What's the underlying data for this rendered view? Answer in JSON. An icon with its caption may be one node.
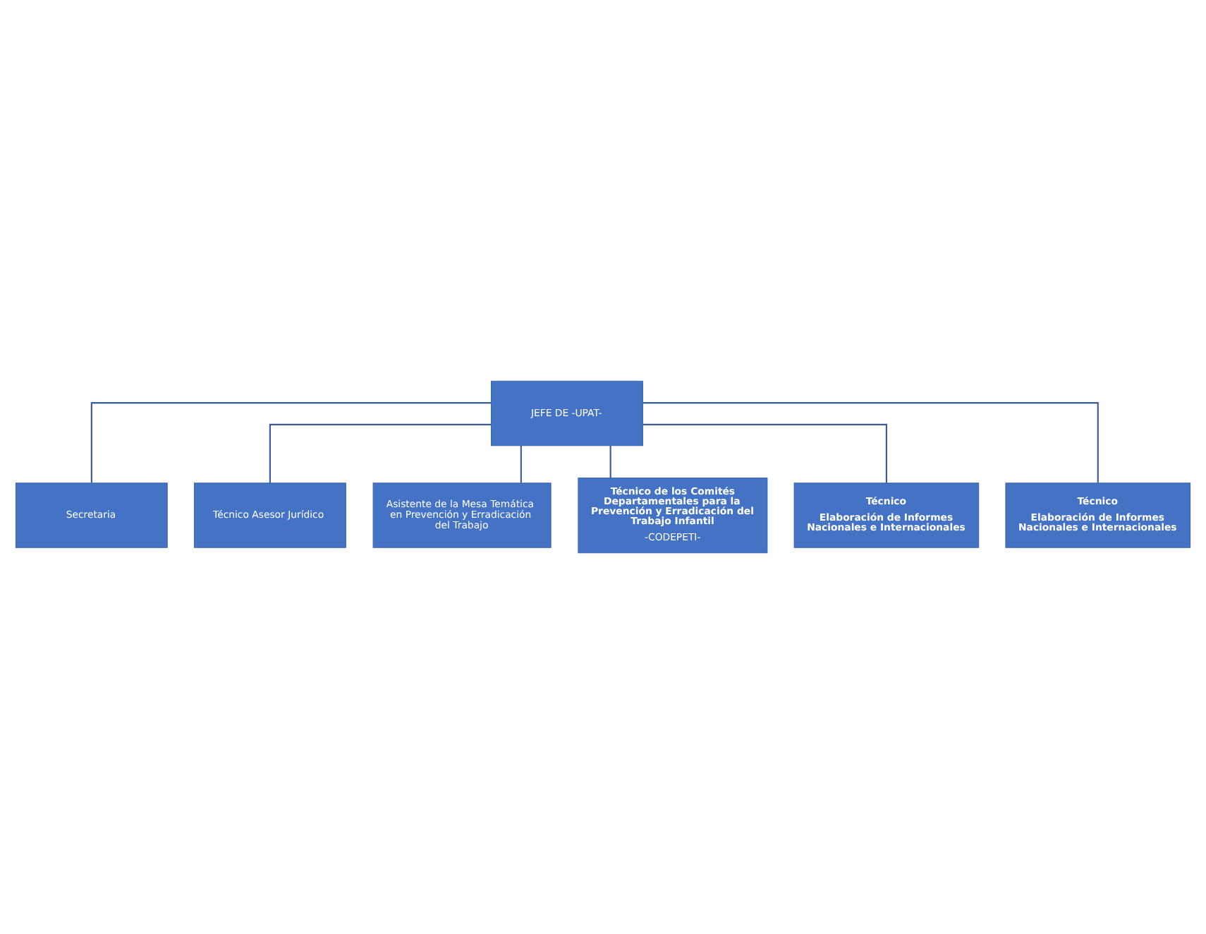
{
  "diagram": {
    "nodes": [
      {
        "text": [
          "JEFE DE -UPAT-"
        ]
      },
      {
        "text": [
          "Secretaria"
        ]
      },
      {
        "text": [
          "Técnico Asesor Jurídico"
        ]
      },
      {
        "text": [
          "Asistente de la Mesa Temática en Prevención y Erradicación del Trabajo"
        ]
      },
      {
        "text": [
          "Técnico de los Comités Departamentales para la Prevención y Erradicación del Trabajo Infantil",
          "-CODEPETI-"
        ]
      },
      {
        "text": [
          "Técnico",
          "Elaboración de Informes Nacionales e Internacionales"
        ]
      },
      {
        "text": [
          "Técnico",
          "Elaboración de Informes Nacionales e Internacionales"
        ]
      }
    ],
    "edges": [
      {
        "from": 0,
        "to": 1,
        "arrow": "none"
      },
      {
        "from": 0,
        "to": 2,
        "arrow": "none"
      },
      {
        "from": 0,
        "to": 3,
        "arrow": "none"
      },
      {
        "from": 0,
        "to": 4,
        "arrow": "none"
      },
      {
        "from": 0,
        "to": 5,
        "arrow": "none"
      },
      {
        "from": 0,
        "to": 6,
        "arrow": "none"
      }
    ]
  }
}
